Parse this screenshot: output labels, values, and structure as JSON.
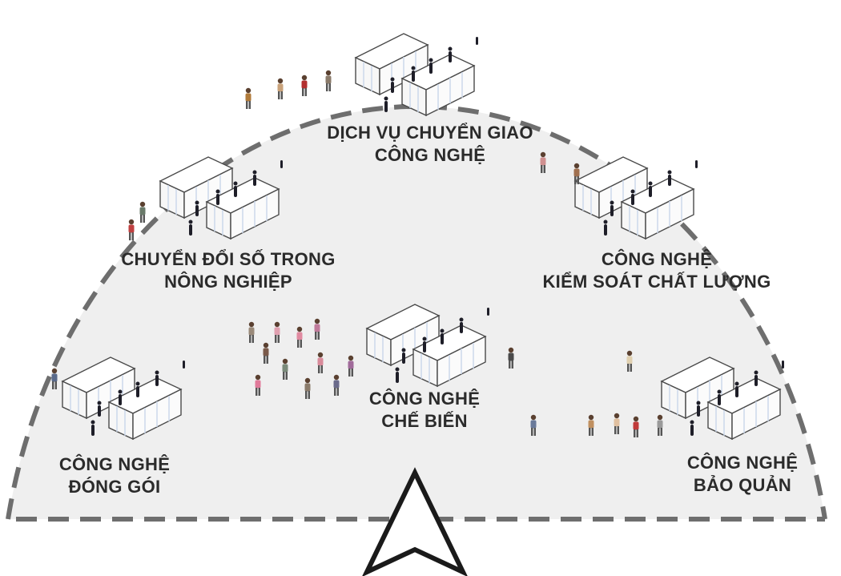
{
  "colors": {
    "area_fill": "#efefef",
    "dash_stroke": "#6e6e6e",
    "text": "#2b2b2b",
    "booth_stroke": "#4a4a4a",
    "booth_glass": "#c9d6ea"
  },
  "zones": [
    {
      "id": "transfer",
      "lines": [
        "DỊCH VỤ CHUYỂN GIAO",
        "CÔNG NGHỆ"
      ]
    },
    {
      "id": "digital",
      "lines": [
        "CHUYỂN ĐỔI SỐ TRONG",
        "NÔNG NGHIỆP"
      ]
    },
    {
      "id": "quality",
      "lines": [
        "CÔNG NGHỆ",
        "KIỂM SOÁT CHẤT LƯỢNG"
      ]
    },
    {
      "id": "processing",
      "lines": [
        "CÔNG NGHỆ",
        "CHẾ BIẾN"
      ]
    },
    {
      "id": "packaging",
      "lines": [
        "CÔNG NGHỆ",
        "ĐÓNG GÓI"
      ]
    },
    {
      "id": "preservation",
      "lines": [
        "CÔNG NGHỆ",
        "BẢO QUẢN"
      ]
    }
  ],
  "entrance_icon": "up-arrow-icon"
}
